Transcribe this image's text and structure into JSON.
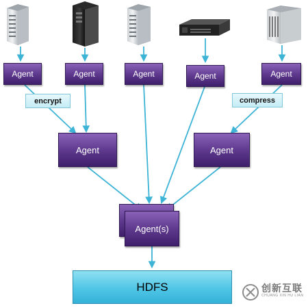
{
  "diagram": {
    "labels": {
      "agent": "Agent",
      "agents": "Agent(s)",
      "encrypt": "encrypt",
      "compress": "compress",
      "hdfs": "HDFS"
    },
    "colors": {
      "arrow": "#3db3d6",
      "agent_top": "#8a63b8",
      "agent_bottom": "#3f1f6b",
      "hdfs": "#4fc5e6",
      "tag": "#c5ecf5"
    },
    "servers": [
      {
        "icon": "rack-server-icon"
      },
      {
        "icon": "tower-server-icon"
      },
      {
        "icon": "rack-server-icon"
      },
      {
        "icon": "rackmount-server-icon"
      },
      {
        "icon": "blade-server-icon"
      }
    ]
  },
  "watermark": {
    "text": "创新互联",
    "sub": "CHUANG XIN HU LIAN"
  }
}
